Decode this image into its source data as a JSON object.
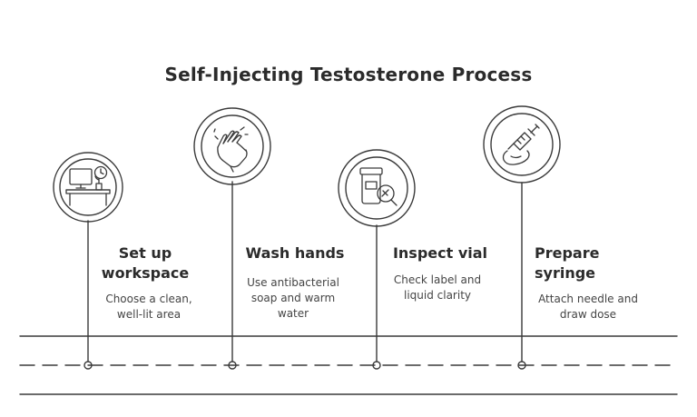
{
  "title": "Self-Injecting Testosterone Process",
  "colors": {
    "ink": "#3a3a3a",
    "text": "#2b2b2b",
    "background": "#ffffff"
  },
  "steps": [
    {
      "title_lines": [
        "Set up",
        "workspace"
      ],
      "desc_lines": [
        "Choose a clean,",
        "well-lit area"
      ],
      "icon": "desk-workspace-icon"
    },
    {
      "title_lines": [
        "Wash hands"
      ],
      "desc_lines": [
        "Use antibacterial",
        "soap and warm",
        "water"
      ],
      "icon": "hand-washing-icon"
    },
    {
      "title_lines": [
        "Inspect vial"
      ],
      "desc_lines": [
        "Check label and",
        "liquid clarity"
      ],
      "icon": "vial-inspection-icon"
    },
    {
      "title_lines": [
        "Prepare",
        "syringe"
      ],
      "desc_lines": [
        "Attach needle and",
        "draw dose"
      ],
      "icon": "syringe-icon"
    }
  ]
}
